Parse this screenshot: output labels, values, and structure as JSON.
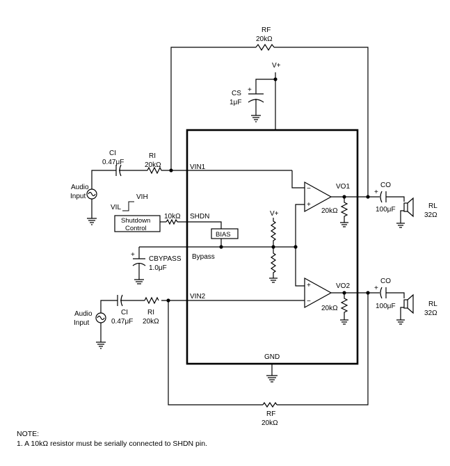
{
  "labels": {
    "rf_top_name": "RF",
    "rf_top_value": "20kΩ",
    "vplus_top": "V+",
    "cs_name": "CS",
    "cs_value": "1μF",
    "ci1_name": "CI",
    "ci1_value": "0.47μF",
    "ri1_name": "RI",
    "ri1_value": "20kΩ",
    "vin1": "VIN1",
    "audio_input_1": [
      "Audio",
      "Input"
    ],
    "vih": "VIH",
    "vil": "VIL",
    "shutdown_control": [
      "Shutdown",
      "Control"
    ],
    "r_shdn_value": "10kΩ",
    "shdn": "SHDN",
    "bias": "BIAS",
    "vplus_bias": "V+",
    "cbypass_name": "CBYPASS",
    "cbypass_value": "1.0μF",
    "bypass": "Bypass",
    "ri2_name": "RI",
    "ri2_value": "20kΩ",
    "ci2_name": "CI",
    "ci2_value": "0.47μF",
    "vin2": "VIN2",
    "audio_input_2": [
      "Audio",
      "Input"
    ],
    "vo1": "VO1",
    "vo2": "VO2",
    "rload1_value": "20kΩ",
    "rload2_value": "20kΩ",
    "co1_name": "CO",
    "co1_value": "100μF",
    "co2_name": "CO",
    "co2_value": "100μF",
    "rl1_name": "RL",
    "rl1_value": "32Ω",
    "rl2_name": "RL",
    "rl2_value": "32Ω",
    "gnd": "GND",
    "rf_bottom_name": "RF",
    "rf_bottom_value": "20kΩ",
    "plus": "+",
    "minus": "−"
  },
  "note": {
    "heading": "NOTE:",
    "line1": "1. A 10kΩ resistor must be serially connected to SHDN pin."
  }
}
